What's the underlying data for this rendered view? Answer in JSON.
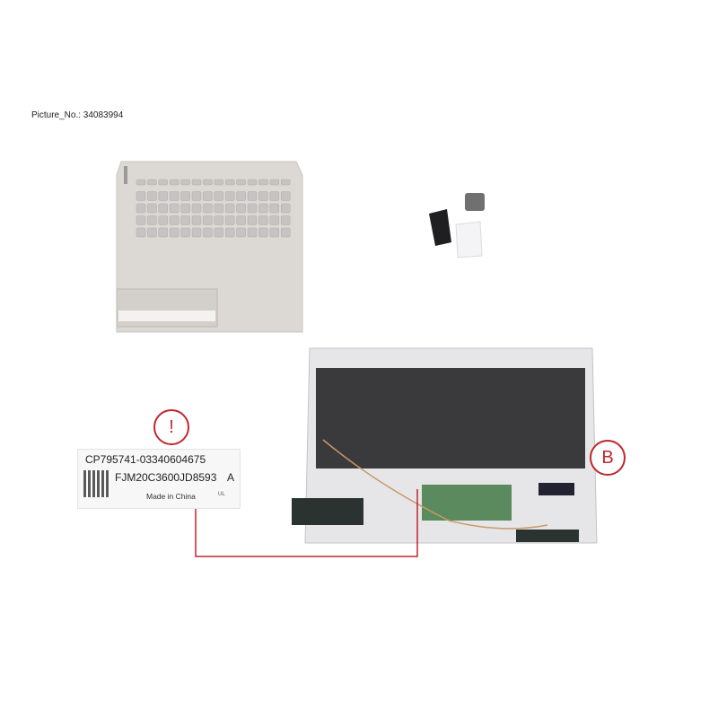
{
  "picture_number": "Picture_No.: 34083994",
  "label": {
    "part_number": "CP795741-03340604675",
    "serial": "FJM20C3600JD8593",
    "revision": "A",
    "origin": "Made in China",
    "cert_mark": "UL"
  },
  "markers": {
    "warning": "!",
    "view_b": "B"
  },
  "colors": {
    "marker": "#c0272d",
    "palmrest": "#d9d6d2",
    "shield": "#3a3a3c"
  }
}
